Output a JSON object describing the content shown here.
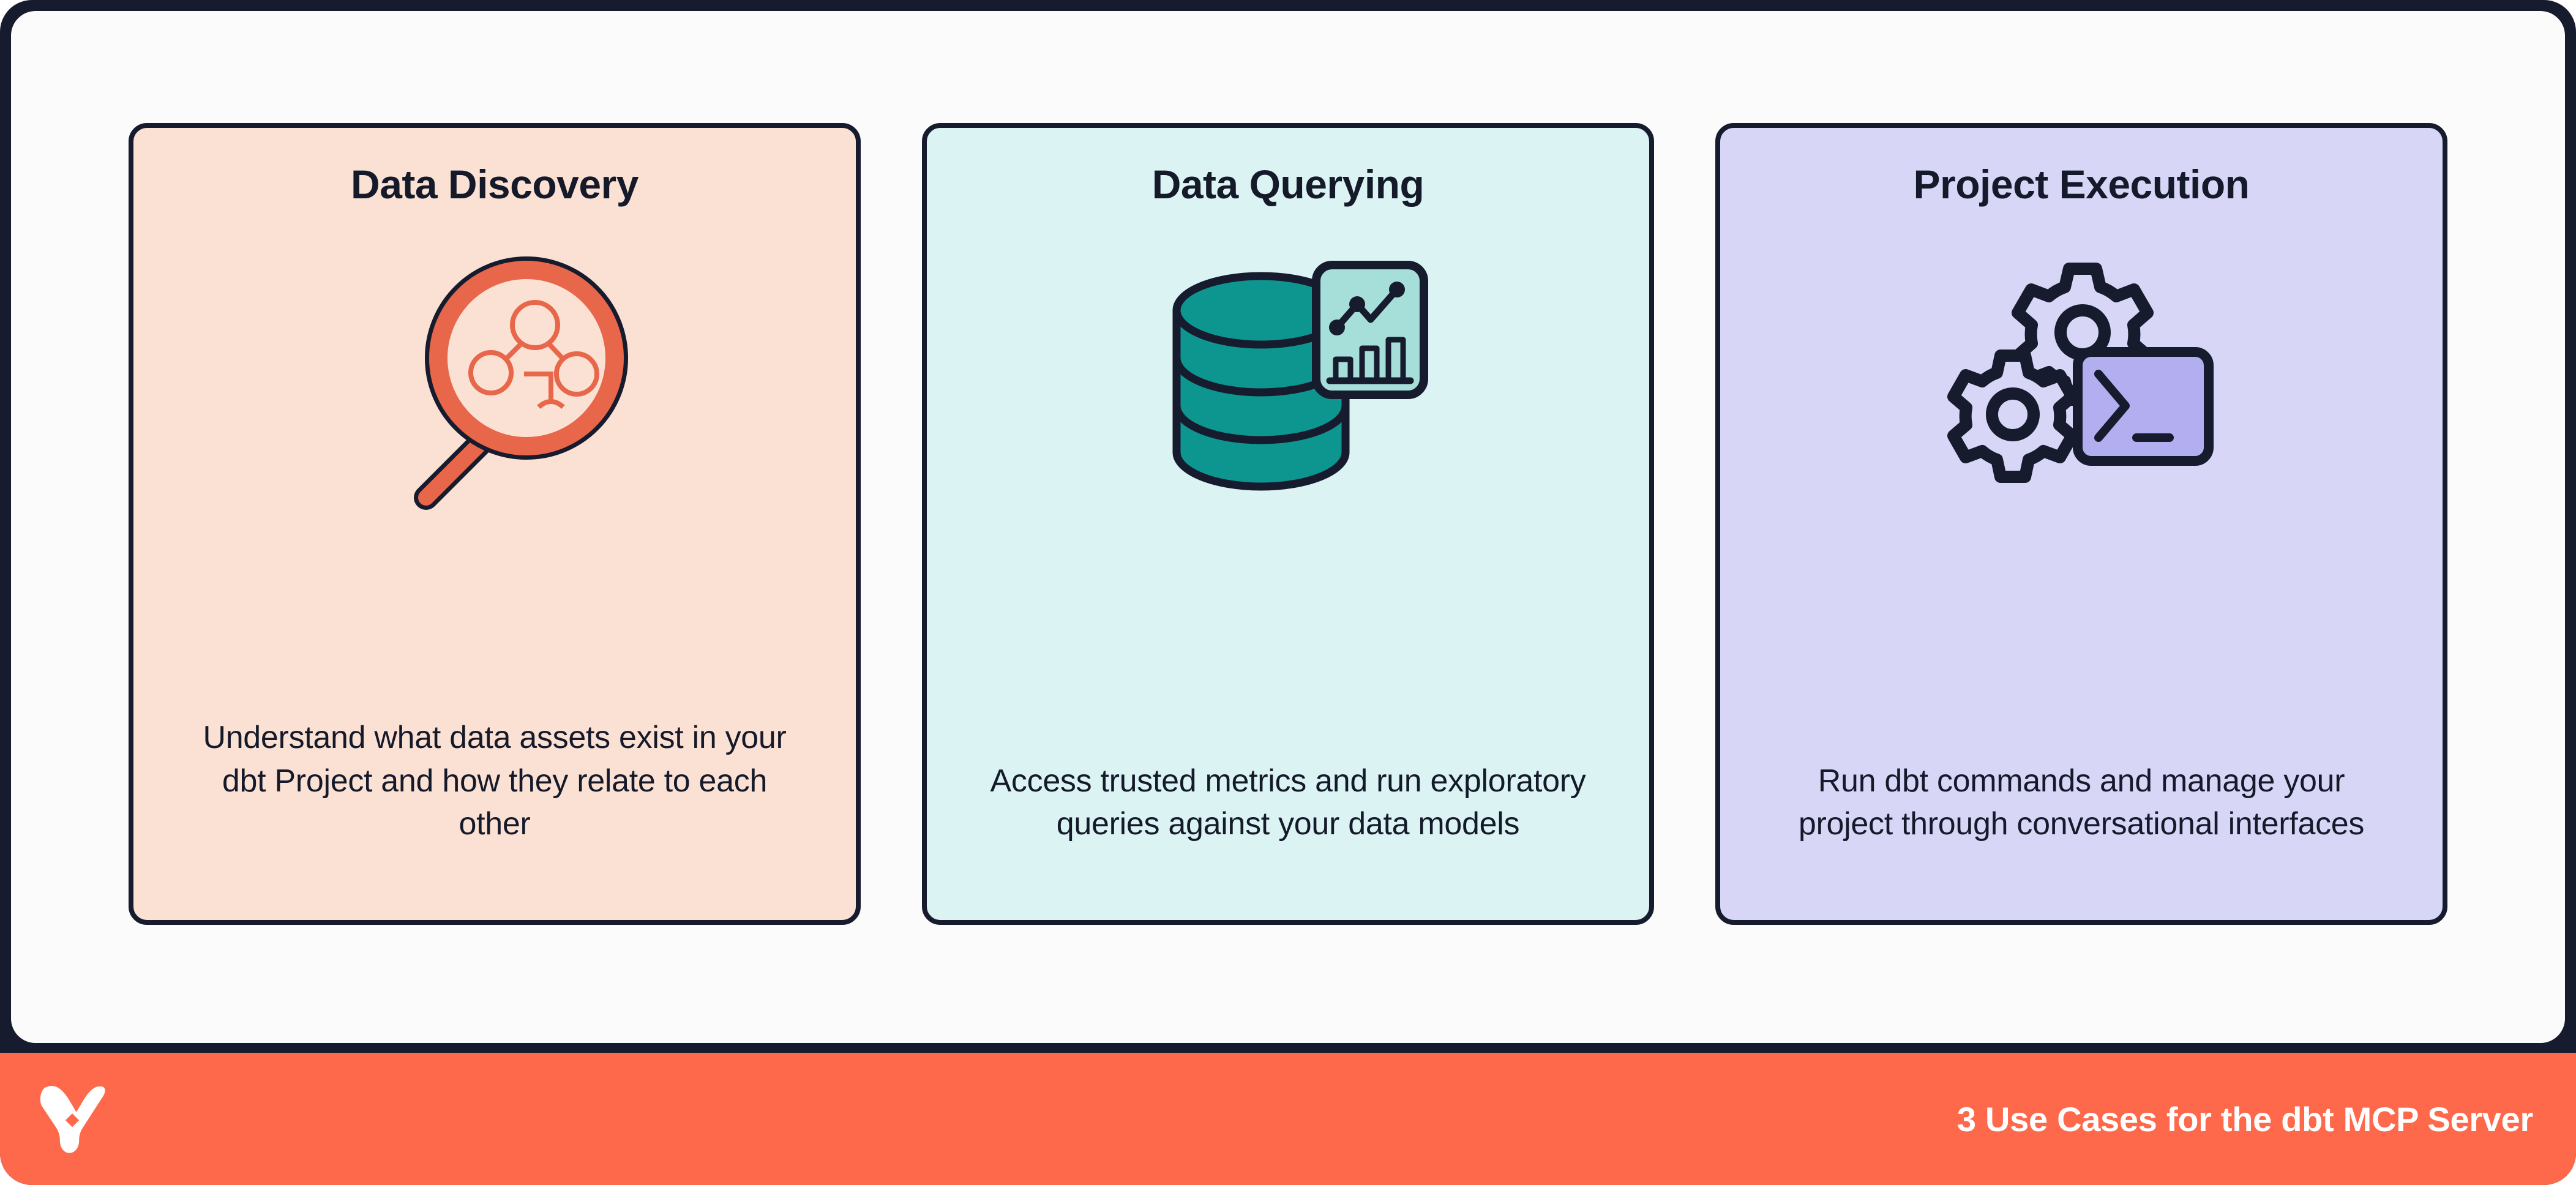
{
  "footer": {
    "caption": "3 Use Cases for the dbt MCP Server",
    "logo_icon": "dbt-logo-icon",
    "background_color": "#FF694B",
    "text_color": "#FFFFFF"
  },
  "frame": {
    "border_color": "#161B2E",
    "panel_color": "#FCFBFB"
  },
  "cards": [
    {
      "title": "Data Discovery",
      "description": "Understand what data assets exist in your dbt Project and how they relate to each other",
      "icon_name": "magnifying-glass-lineage-icon",
      "background_color": "#FBE1D3",
      "accent_color": "#E8674A",
      "outline_color": "#161B2E"
    },
    {
      "title": "Data Querying",
      "description": "Access trusted metrics and run exploratory queries against your data models",
      "icon_name": "database-chart-icon",
      "background_color": "#DBF3F2",
      "accent_color": "#0D9690",
      "chart_panel_color": "#A6DED9",
      "outline_color": "#161B2E"
    },
    {
      "title": "Project Execution",
      "description": "Run dbt commands and manage your project through conversational interfaces",
      "icon_name": "gears-terminal-icon",
      "background_color": "#D8D6F7",
      "accent_color": "#B3AEF0",
      "outline_color": "#161B2E"
    }
  ]
}
